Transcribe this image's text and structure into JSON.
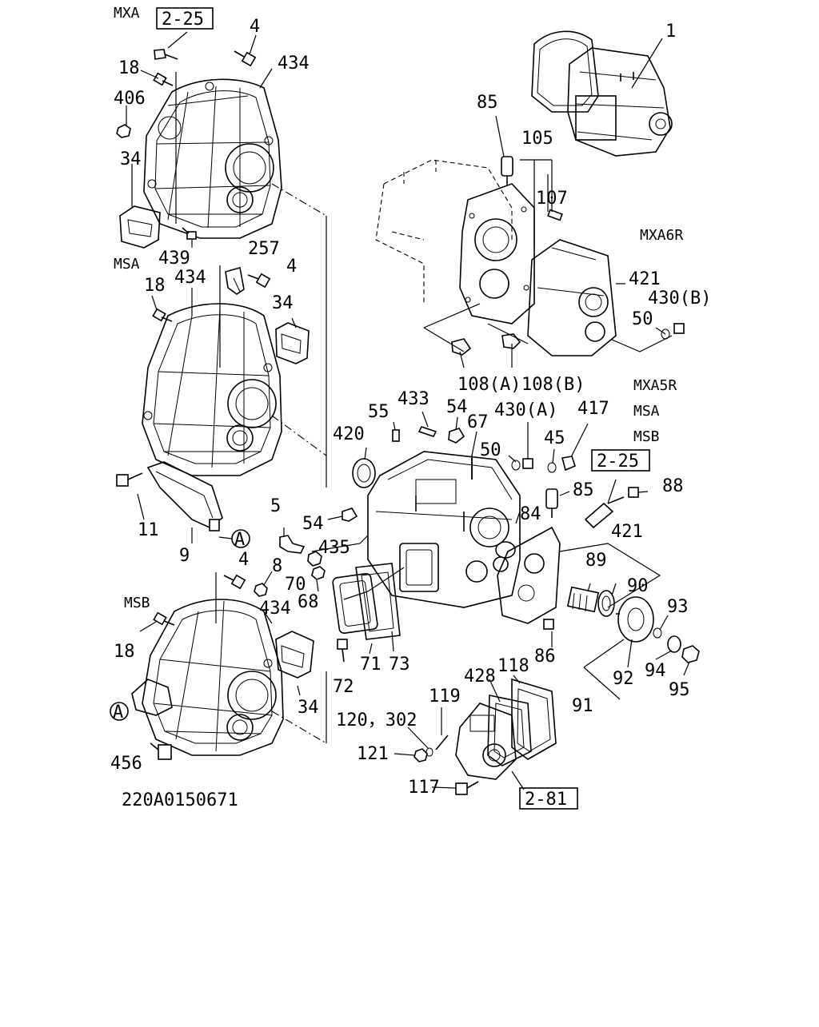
{
  "drawing_code": "220A0150671",
  "variants": {
    "mxa": "MXA",
    "msa_left": "MSA",
    "msb_left": "MSB",
    "mxa6r": "MXA6R",
    "mxa5r": "MXA5R",
    "msa_right": "MSA",
    "msb_right": "MSB"
  },
  "references": {
    "ref_top": "2-25",
    "ref_mid": "2-25",
    "ref_bottom": "2-81"
  },
  "callouts": {
    "c1": "1",
    "c4a": "4",
    "c18a": "18",
    "c434a": "434",
    "c406": "406",
    "c34a": "34",
    "c439": "439",
    "c85a": "85",
    "c105": "105",
    "c107": "107",
    "c257": "257",
    "c4b": "4",
    "c18b": "18",
    "c434b": "434",
    "c34b": "34",
    "c421a": "421",
    "c430b": "430(B)",
    "c50a": "50",
    "c108a": "108(A)",
    "c108b": "108(B)",
    "c433": "433",
    "c55": "55",
    "c54a": "54",
    "c430a": "430(A)",
    "c417": "417",
    "c420": "420",
    "c67": "67",
    "c50b": "50",
    "c45": "45",
    "c85b": "85",
    "c88": "88",
    "c11": "11",
    "c5": "5",
    "c54b": "54",
    "c84": "84",
    "c421b": "421",
    "c435": "435",
    "c9": "9",
    "c4c": "4",
    "c8": "8",
    "c70": "70",
    "c68": "68",
    "c89": "89",
    "c90": "90",
    "c18c": "18",
    "c434c": "434",
    "c93": "93",
    "c86": "86",
    "c71": "71",
    "c73": "73",
    "c72": "72",
    "c92": "92",
    "c94": "94",
    "c95": "95",
    "c34c": "34",
    "c118": "118",
    "c428": "428",
    "c119": "119",
    "c91": "91",
    "c120_302": "120，302",
    "c121": "121",
    "c456": "456",
    "c117": "117",
    "cA1": "A",
    "cA2": "A"
  }
}
